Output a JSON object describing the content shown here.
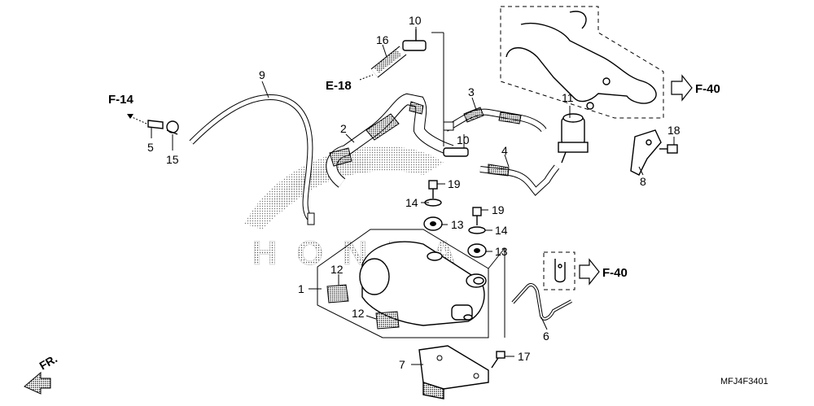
{
  "diagram_code": "MFJ4F3401",
  "front_marker": "FR.",
  "logo_text": "HONDA",
  "callouts": [
    {
      "id": "c1",
      "text": "1"
    },
    {
      "id": "c2",
      "text": "2"
    },
    {
      "id": "c3",
      "text": "3"
    },
    {
      "id": "c4",
      "text": "4"
    },
    {
      "id": "c5",
      "text": "5"
    },
    {
      "id": "c6",
      "text": "6"
    },
    {
      "id": "c7",
      "text": "7"
    },
    {
      "id": "c8",
      "text": "8"
    },
    {
      "id": "c9",
      "text": "9"
    },
    {
      "id": "c10a",
      "text": "10"
    },
    {
      "id": "c10b",
      "text": "10"
    },
    {
      "id": "c11",
      "text": "11"
    },
    {
      "id": "c12a",
      "text": "12"
    },
    {
      "id": "c12b",
      "text": "12"
    },
    {
      "id": "c13a",
      "text": "13"
    },
    {
      "id": "c13b",
      "text": "13"
    },
    {
      "id": "c14a",
      "text": "14"
    },
    {
      "id": "c14b",
      "text": "14"
    },
    {
      "id": "c15",
      "text": "15"
    },
    {
      "id": "c16",
      "text": "16"
    },
    {
      "id": "c17",
      "text": "17"
    },
    {
      "id": "c18",
      "text": "18"
    },
    {
      "id": "c19a",
      "text": "19"
    },
    {
      "id": "c19b",
      "text": "19"
    }
  ],
  "references": {
    "f14": "F-14",
    "e18": "E-18",
    "f40_top": "F-40",
    "f40_mid": "F-40"
  }
}
